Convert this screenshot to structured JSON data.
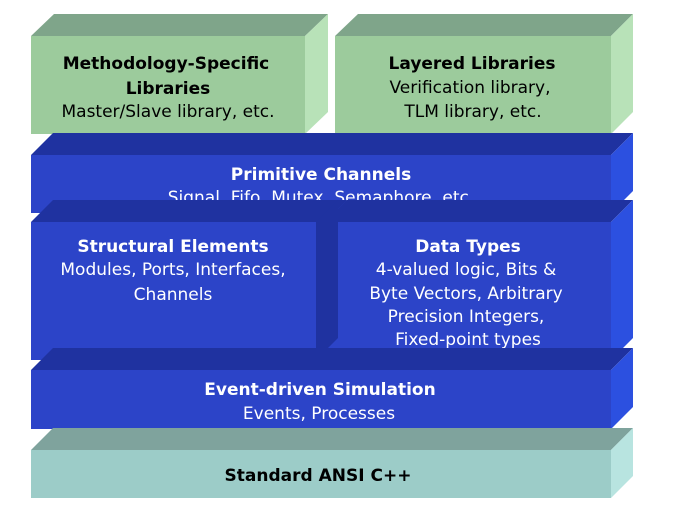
{
  "colors": {
    "green_front": "#9ccb9c",
    "green_top": "#7fa58a",
    "green_side": "#b8e2b8",
    "blue_front": "#2c44c8",
    "blue_top": "#1f32a0",
    "blue_side": "#2c50e0",
    "teal_front": "#9cccc8",
    "teal_top": "#7fa39d",
    "teal_side": "#b8e4e0"
  },
  "blocks": {
    "methodology": {
      "title_line1": "Methodology-Specific",
      "title_line2": "Libraries",
      "desc": "Master/Slave library, etc."
    },
    "layered": {
      "title": "Layered Libraries",
      "desc_line1": "Verification library,",
      "desc_line2": "TLM library, etc."
    },
    "primitive": {
      "title": "Primitive Channels",
      "desc": "Signal, Fifo, Mutex, Semaphore, etc."
    },
    "structural": {
      "title": "Structural Elements",
      "desc_line1": "Modules, Ports, Interfaces,",
      "desc_line2": "Channels"
    },
    "datatypes": {
      "title": "Data Types",
      "desc_line1": "4-valued logic, Bits &",
      "desc_line2": "Byte Vectors, Arbitrary",
      "desc_line3": "Precision Integers,",
      "desc_line4": "Fixed-point types"
    },
    "event": {
      "title": "Event-driven Simulation",
      "desc": "Events, Processes"
    },
    "ansi": {
      "title": "Standard ANSI C++"
    }
  }
}
